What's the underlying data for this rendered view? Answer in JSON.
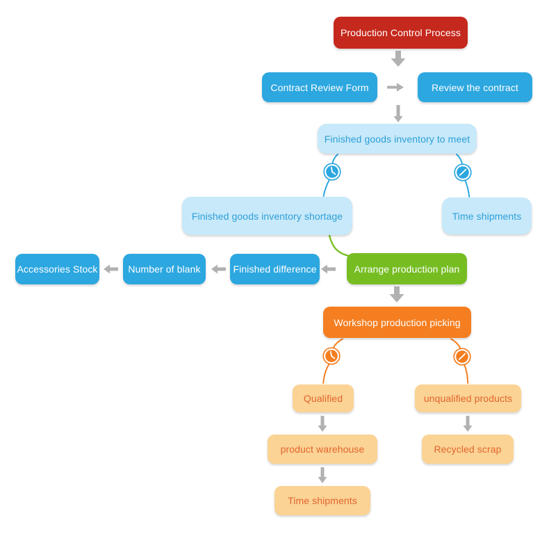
{
  "diagram": {
    "title": "Production Control Process",
    "colors": {
      "red": "#c5281c",
      "blue": "#2ca7e0",
      "light_blue_fill": "#c7e9fa",
      "light_blue_text": "#2e9fd6",
      "green": "#76bd22",
      "orange": "#f57e20",
      "light_orange_fill": "#fbd394",
      "light_orange_text": "#e2652e",
      "connector_gray": "#b1b1b1"
    },
    "icons": {
      "clock": "clock-icon"
    },
    "nodes": {
      "production_control": {
        "label": "Production Control Process",
        "color": "#c5281c"
      },
      "contract_review_form": {
        "label": "Contract Review Form",
        "color": "#2ca7e0"
      },
      "review_the_contract": {
        "label": "Review the contract",
        "color": "#2ca7e0"
      },
      "inventory_to_meet": {
        "label": "Finished goods inventory to meet",
        "color": "#c7e9fa"
      },
      "inventory_shortage": {
        "label": "Finished goods inventory shortage",
        "color": "#c7e9fa"
      },
      "time_shipments_top": {
        "label": "Time shipments",
        "color": "#c7e9fa"
      },
      "accessories_stock": {
        "label": "Accessories Stock",
        "color": "#2ca7e0"
      },
      "number_of_blank": {
        "label": "Number of blank",
        "color": "#2ca7e0"
      },
      "finished_difference": {
        "label": "Finished difference",
        "color": "#2ca7e0"
      },
      "arrange_production_plan": {
        "label": "Arrange production plan",
        "color": "#76bd22"
      },
      "workshop_production_picking": {
        "label": "Workshop production picking",
        "color": "#f57e20"
      },
      "qualified": {
        "label": "Qualified",
        "color": "#fbd394"
      },
      "unqualified_products": {
        "label": "unqualified products",
        "color": "#fbd394"
      },
      "product_warehouse": {
        "label": "product warehouse",
        "color": "#fbd394"
      },
      "recycled_scrap": {
        "label": "Recycled scrap",
        "color": "#fbd394"
      },
      "time_shipments_bottom": {
        "label": "Time shipments",
        "color": "#fbd394"
      }
    },
    "edges": [
      {
        "from": "production_control",
        "to": "contract_review_form",
        "type": "thick-arrow"
      },
      {
        "from": "contract_review_form",
        "to": "review_the_contract",
        "type": "arrow"
      },
      {
        "from": "contract_review_form",
        "to": "inventory_to_meet",
        "type": "arrow"
      },
      {
        "from": "inventory_to_meet",
        "to": "inventory_shortage",
        "type": "clock-line"
      },
      {
        "from": "inventory_to_meet",
        "to": "time_shipments_top",
        "type": "clock-line"
      },
      {
        "from": "inventory_shortage",
        "to": "arrange_production_plan",
        "type": "curve"
      },
      {
        "from": "arrange_production_plan",
        "to": "finished_difference",
        "type": "arrow"
      },
      {
        "from": "finished_difference",
        "to": "number_of_blank",
        "type": "arrow"
      },
      {
        "from": "number_of_blank",
        "to": "accessories_stock",
        "type": "arrow"
      },
      {
        "from": "arrange_production_plan",
        "to": "workshop_production_picking",
        "type": "thick-arrow"
      },
      {
        "from": "workshop_production_picking",
        "to": "qualified",
        "type": "clock-line"
      },
      {
        "from": "workshop_production_picking",
        "to": "unqualified_products",
        "type": "clock-line"
      },
      {
        "from": "qualified",
        "to": "product_warehouse",
        "type": "arrow"
      },
      {
        "from": "product_warehouse",
        "to": "time_shipments_bottom",
        "type": "arrow"
      },
      {
        "from": "unqualified_products",
        "to": "recycled_scrap",
        "type": "arrow"
      }
    ]
  }
}
